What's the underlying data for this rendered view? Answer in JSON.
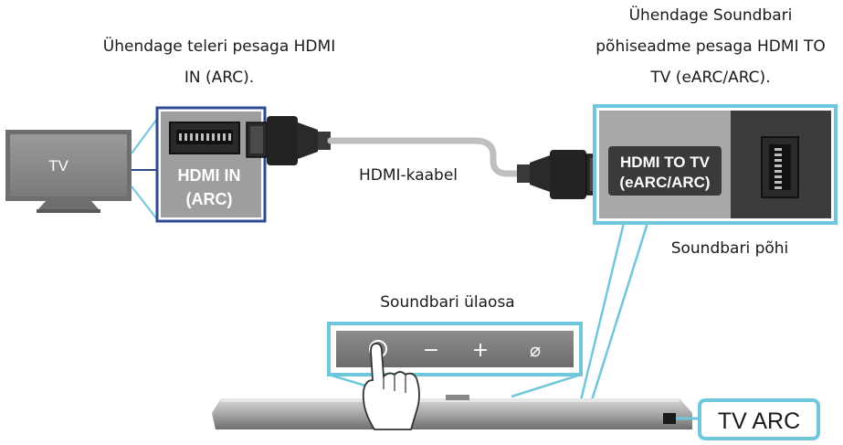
{
  "tv_instruction": [
    "Ühendage teleri pesaga HDMI",
    "IN (ARC)."
  ],
  "soundbar_instruction": [
    "Ühendage Soundbari",
    "põhiseadme pesaga HDMI TO",
    "TV (eARC/ARC)."
  ],
  "tv_label": "TV",
  "tv_port_label": [
    "HDMI IN",
    "(ARC)"
  ],
  "soundbar_port_label": [
    "HDMI TO TV",
    "(eARC/ARC)"
  ],
  "cable_label": "HDMI-kaabel",
  "soundbar_back_label": "Soundbari põhi",
  "soundbar_top_label": "Soundbari ülaosa",
  "tv_arc_label": "TV ARC",
  "soundbar_buttons": [
    "−",
    "+",
    "⌀"
  ],
  "colors": {
    "callout_blue": "#6fc7dc",
    "tv_port_frame": "#2f4a8f",
    "panel_gray": "#a8a8a8",
    "dark_text": "#1a1a1a"
  }
}
